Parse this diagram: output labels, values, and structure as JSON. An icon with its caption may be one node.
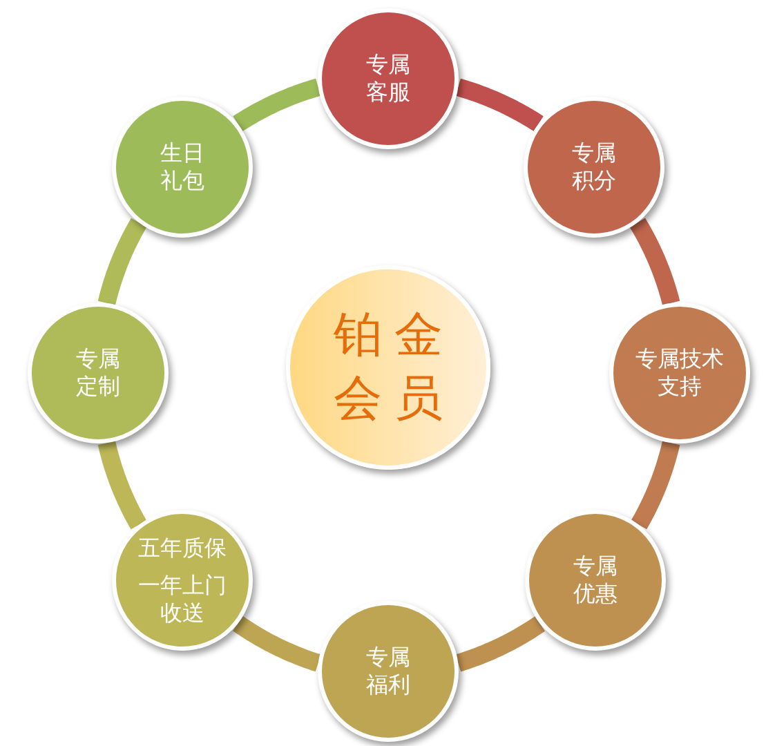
{
  "diagram": {
    "nodes": [
      {
        "text": [
          "铂金会员"
        ]
      },
      {
        "text": [
          "专属客服"
        ]
      },
      {
        "text": [
          "专属积分"
        ]
      },
      {
        "text": [
          "专属技术支持"
        ]
      },
      {
        "text": [
          "专属优惠"
        ]
      },
      {
        "text": [
          "专属福利"
        ]
      },
      {
        "text": [
          "五年质保",
          "一年上门收送"
        ]
      },
      {
        "text": [
          "专属定制"
        ]
      },
      {
        "text": [
          "生日礼包"
        ]
      }
    ],
    "edges": [
      {
        "from": 1,
        "to": 2,
        "arrow": "none",
        "color": "#c0504d"
      },
      {
        "from": 2,
        "to": 3,
        "arrow": "none",
        "color": "#c0664d"
      },
      {
        "from": 3,
        "to": 4,
        "arrow": "none",
        "color": "#c07b50"
      },
      {
        "from": 4,
        "to": 5,
        "arrow": "none",
        "color": "#bf9151"
      },
      {
        "from": 5,
        "to": 6,
        "arrow": "none",
        "color": "#bea554"
      },
      {
        "from": 6,
        "to": 7,
        "arrow": "none",
        "color": "#bdb757"
      },
      {
        "from": 7,
        "to": 8,
        "arrow": "none",
        "color": "#aebb58"
      },
      {
        "from": 8,
        "to": 1,
        "arrow": "none",
        "color": "#9dbb59"
      }
    ]
  }
}
